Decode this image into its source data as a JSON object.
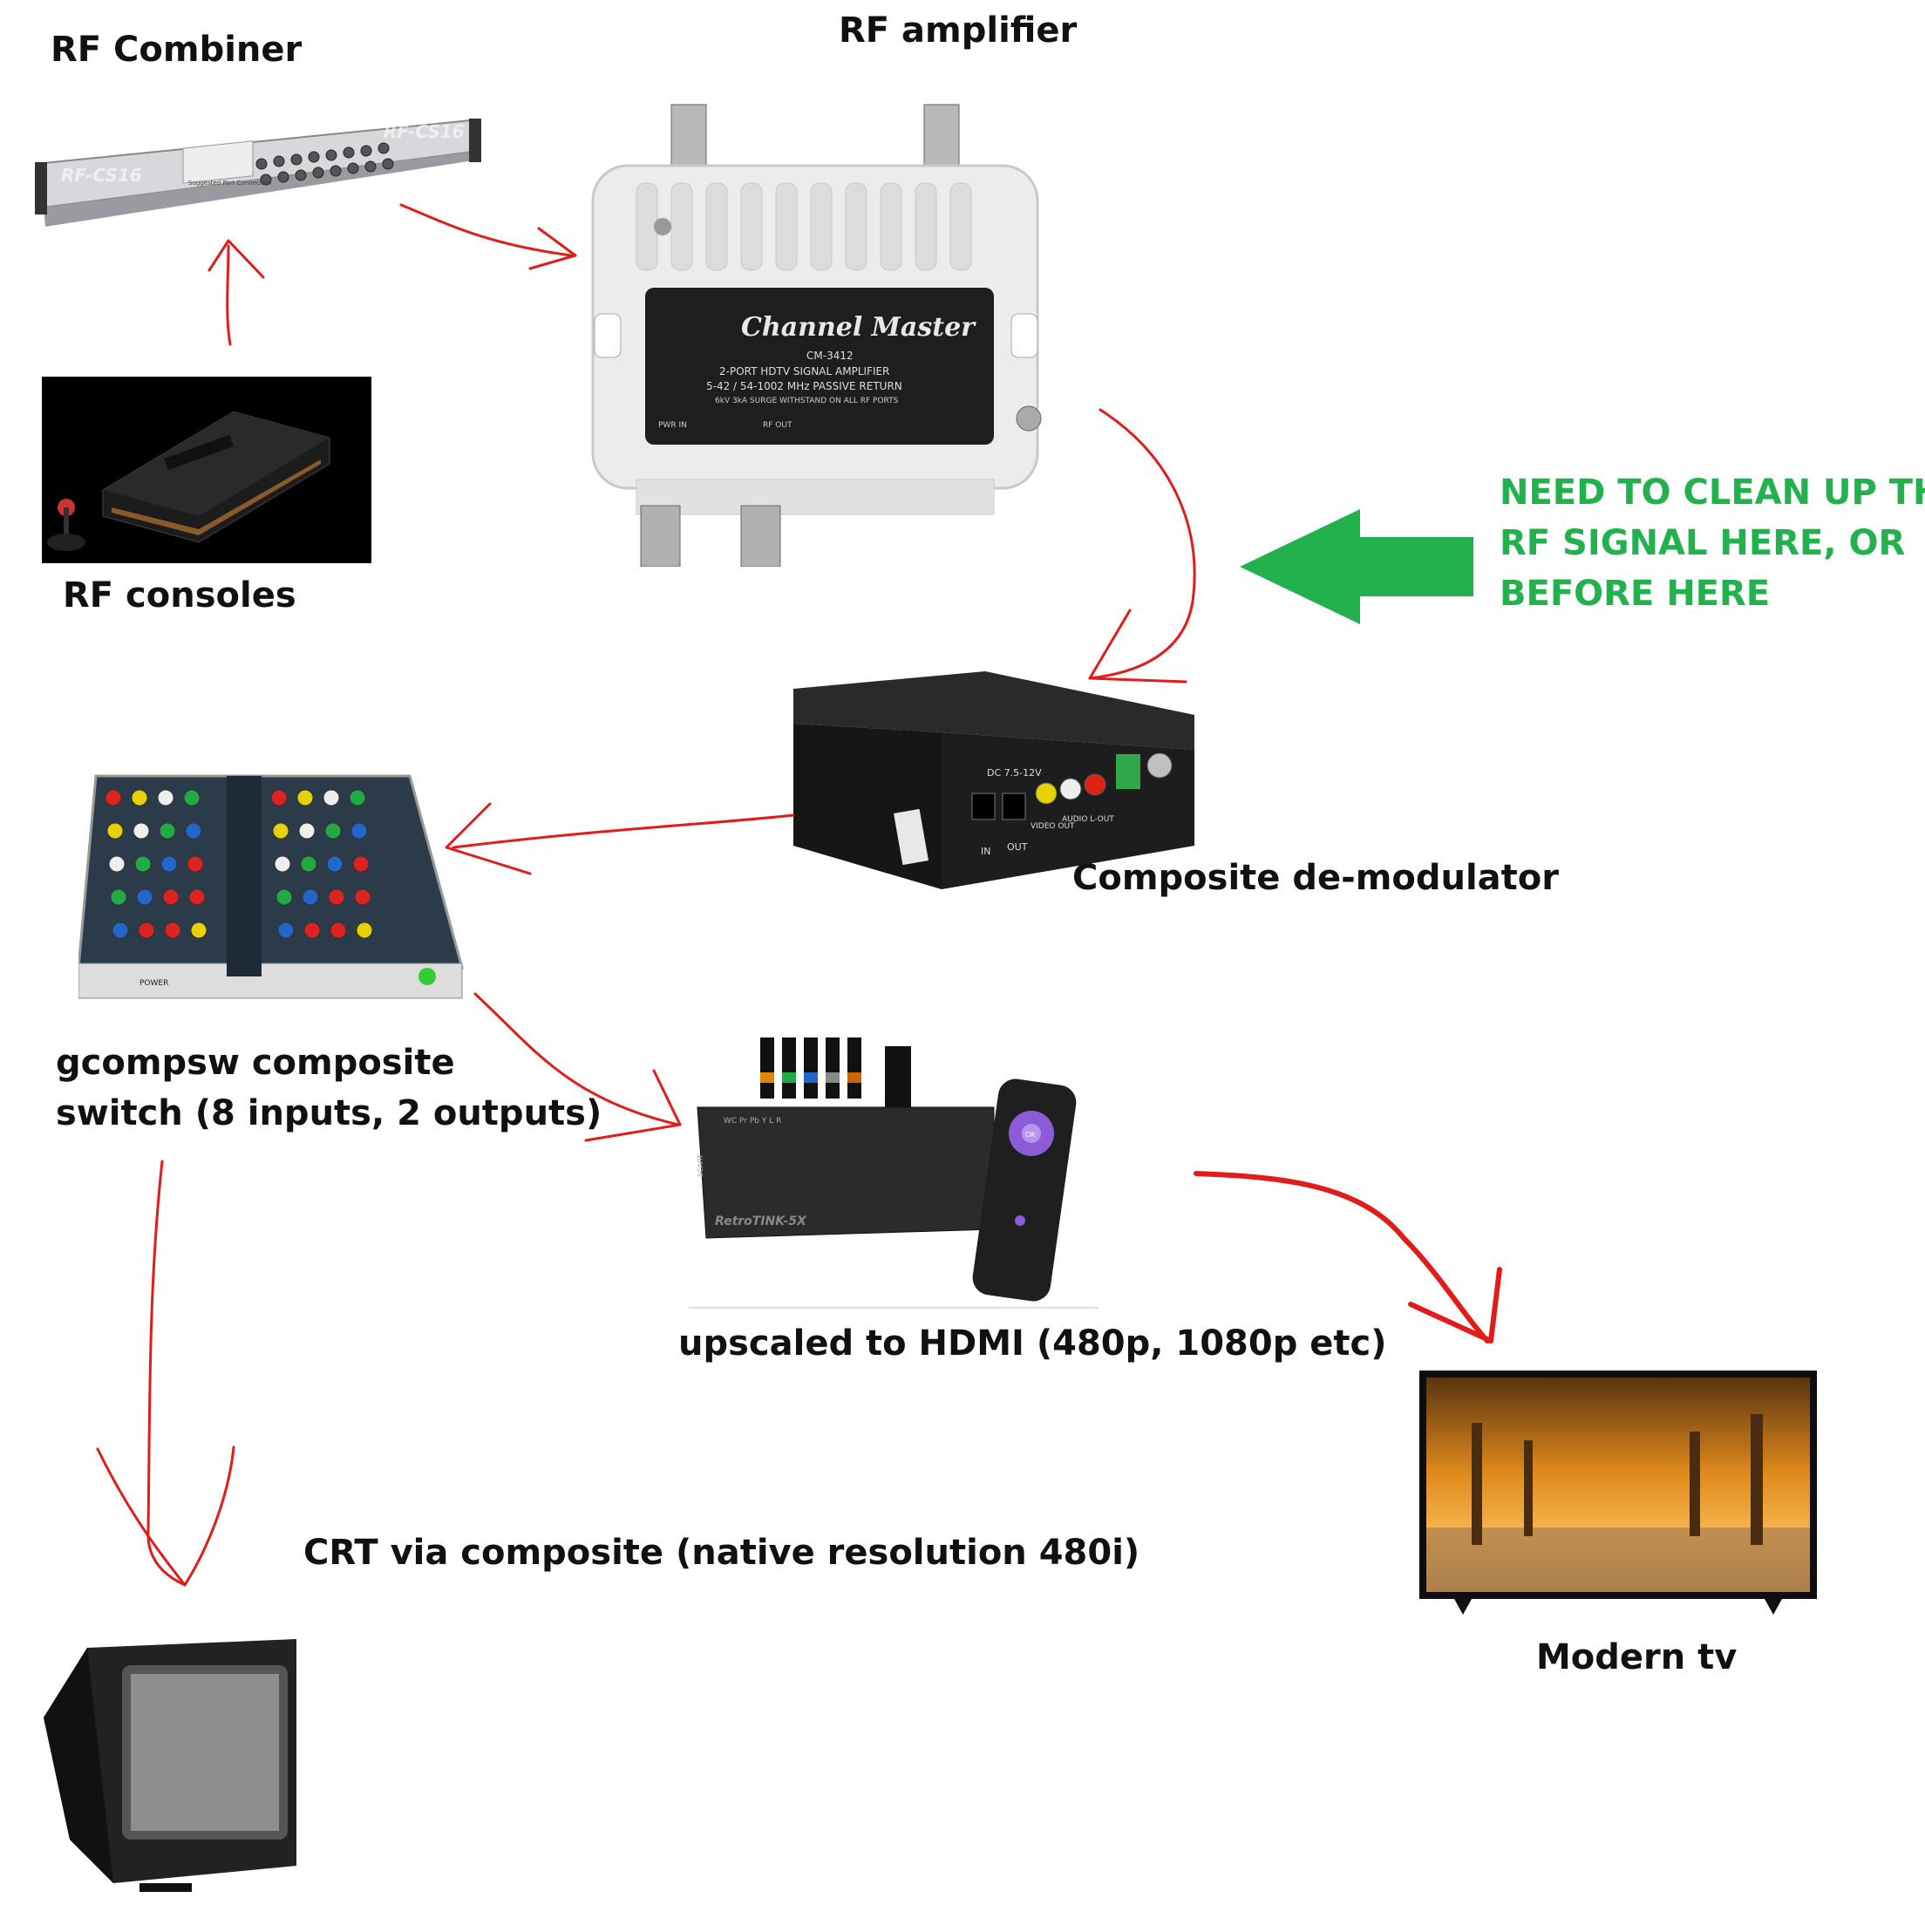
{
  "labels": {
    "rf_combiner": "RF Combiner",
    "rf_amplifier": "RF amplifier",
    "rf_consoles": "RF consoles",
    "demodulator": "Composite de-modulator",
    "switch_line1": "gcompsw composite",
    "switch_line2": "switch (8 inputs, 2 outputs)",
    "upscaler": "upscaled to HDMI (480p, 1080p etc)",
    "crt": "CRT via composite (native resolution 480i)",
    "modern_tv": "Modern tv"
  },
  "note": {
    "line1": "NEED TO CLEAN UP THE",
    "line2": "RF SIGNAL HERE, OR",
    "line3": "BEFORE HERE"
  },
  "device_text": {
    "combiner_brand": "RF-CS16",
    "combiner_panel": "Suggested Port Connection",
    "amp_brand": "Channel Master",
    "amp_model": "CM-3412",
    "amp_desc1": "2-PORT HDTV SIGNAL AMPLIFIER",
    "amp_desc2": "5-42 / 54-1002 MHz PASSIVE RETURN",
    "amp_desc3": "6kV 3kA SURGE WITHSTAND ON ALL RF PORTS",
    "amp_pwr": "PWR IN",
    "amp_rfout": "RF OUT",
    "demod_dc": "DC 7.5-12V",
    "demod_in": "IN",
    "demod_out": "OUT",
    "demod_video": "VIDEO OUT",
    "demod_audio": "AUDIO L-OUT",
    "switch_power": "POWER",
    "tink_brand": "RetroTINK-5X",
    "tink_scart": "SCART",
    "tink_ports": "WC  Pr  Pb  Y  L  R",
    "remote_ok": "OK"
  },
  "colors": {
    "arrow_red": "#e21b1b",
    "note_green": "#22b14c",
    "label_text": "#111111"
  }
}
